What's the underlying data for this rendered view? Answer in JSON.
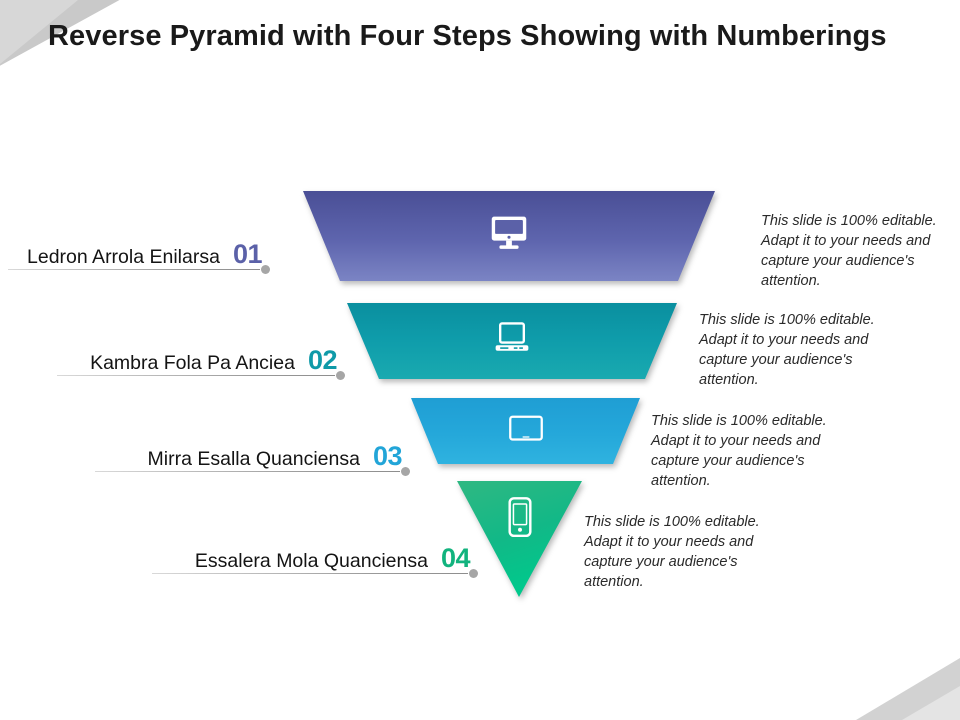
{
  "slide": {
    "title": "Reverse Pyramid with Four Steps Showing with Numberings",
    "background": "#ffffff",
    "corner_decoration_color": "#d2d2d2"
  },
  "steps": [
    {
      "number": "01",
      "label": "Ledron Arrola Enilarsa",
      "description": "This slide is 100% editable. Adapt it to your needs and capture your audience's attention.",
      "icon": "desktop-monitor-icon",
      "color": "#5b61a8",
      "color_top": "#4a4f96",
      "color_bottom": "#7b84c4"
    },
    {
      "number": "02",
      "label": "Kambra Fola Pa Anciea",
      "description": "This slide is 100% editable. Adapt it to your needs and capture your audience's attention.",
      "icon": "laptop-icon",
      "color": "#0f9aa8",
      "color_top": "#0a92a4",
      "color_bottom": "#18a8ae"
    },
    {
      "number": "03",
      "label": "Mirra Esalla Quanciensa",
      "description": "This slide is 100% editable. Adapt it to your needs and capture your audience's attention.",
      "icon": "tablet-icon",
      "color": "#22a5d8",
      "color_top": "#1f9fd4",
      "color_bottom": "#2bb0dd"
    },
    {
      "number": "04",
      "label": "Essalera Mola Quanciensa",
      "description": "This slide is 100% editable. Adapt it to your needs and capture your audience's attention.",
      "icon": "smartphone-icon",
      "color": "#12b37e",
      "color_top": "#25b882",
      "color_bottom": "#00c389"
    }
  ]
}
